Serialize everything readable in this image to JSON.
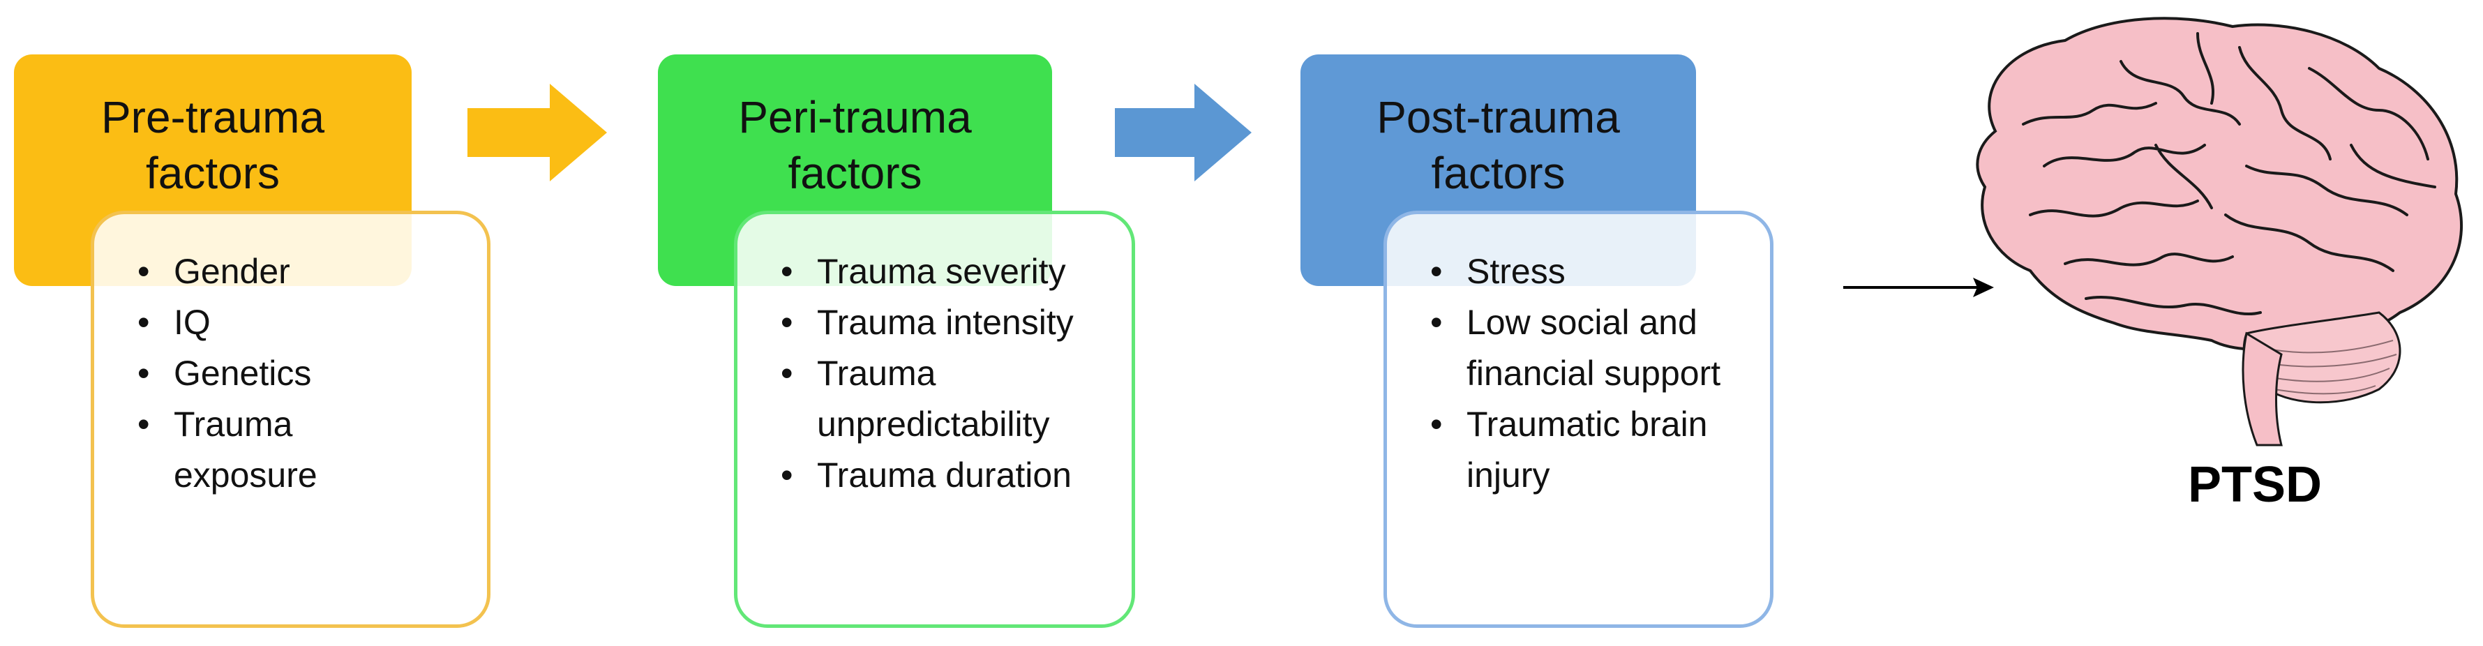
{
  "colors": {
    "pre_header": "#fbbd14",
    "peri_header": "#3fe04f",
    "post_header": "#5f99d6",
    "arrow_pre": "#fbbd14",
    "arrow_peri": "#5b97d3",
    "brain_fill": "#f6bfc7",
    "brain_outline": "#1a1a1a"
  },
  "stages": [
    {
      "key": "pre",
      "title_lines": [
        "Pre-trauma",
        "factors"
      ],
      "items": [
        "Gender",
        "IQ",
        "Genetics",
        "Trauma\nexposure"
      ]
    },
    {
      "key": "peri",
      "title_lines": [
        "Peri-trauma",
        "factors"
      ],
      "items": [
        "Trauma severity",
        "Trauma intensity",
        "Trauma\nunpredictability",
        "Trauma duration"
      ]
    },
    {
      "key": "post",
      "title_lines": [
        "Post-trauma",
        "factors"
      ],
      "items": [
        "Stress",
        "Low social and\nfinancial support",
        "Traumatic brain\ninjury"
      ]
    }
  ],
  "bullet_glyph": "•",
  "outcome": {
    "label": "PTSD",
    "icon": "brain-icon"
  },
  "icons": {
    "arrow_1": "block-arrow-right-icon",
    "arrow_2": "block-arrow-right-icon",
    "arrow_3": "line-arrow-right-icon"
  }
}
